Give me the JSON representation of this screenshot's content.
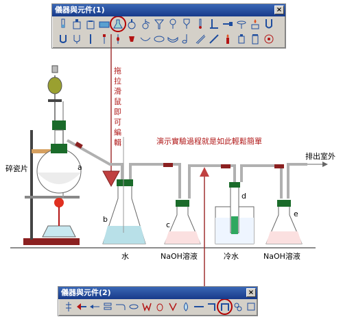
{
  "toolbar1": {
    "title": "儀器與元件(1)",
    "close": "×",
    "row1_icons": [
      "test-tube-icon",
      "reagent-bottle-icon",
      "gas-bottle-icon",
      "trough-icon",
      "conical-flask-icon",
      "round-flask-icon",
      "distilling-flask-icon",
      "funnel-icon",
      "separatory-funnel-icon",
      "dropping-funnel-icon",
      "thermometer-icon",
      "stand-icon",
      "clamp-icon",
      "ring-stand-icon",
      "alcohol-lamp-icon",
      "u-tube-icon"
    ],
    "row2_icons": [
      "u-tube-small-icon",
      "tube-connector-icon",
      "glass-rod-icon",
      "dropper-icon",
      "pipette-icon",
      "stopper-icon",
      "evaporating-dish-icon",
      "crucible-icon",
      "watch-glass-icon",
      "spoon-icon",
      "tongs-icon",
      "spatula-icon",
      "bunsen-icon",
      "balance-icon",
      "gas-jar-icon",
      "target-icon"
    ]
  },
  "toolbar2": {
    "title": "儀器與元件(2)",
    "close": "×",
    "icons": [
      "holder-icon",
      "arrow-left-icon",
      "arrow-thin-icon",
      "stack-icon",
      "bent-tube-icon",
      "ellipse-icon",
      "flame-w-icon",
      "drop-icon",
      "bulb-icon",
      "droplet-icon",
      "straight-tube-icon",
      "corner-tube-icon",
      "arch-tube-icon",
      "molecule-icon",
      "square-icon"
    ]
  },
  "annotations": {
    "vertical_note": "拖拉滑鼠即可編輯",
    "caption": "演示實驗過程就是如此輕鬆簡單",
    "chip_label": "碎瓷片",
    "outlet_label": "排出室外",
    "a": "a",
    "b": "b",
    "c": "c",
    "d": "d",
    "e": "e",
    "water": "水",
    "naoh1": "NaOH溶液",
    "cold_water": "冷水",
    "naoh2": "NaOH溶液"
  },
  "colors": {
    "accent_red": "#b01818",
    "arrow_red": "#a03030",
    "clamp": "#1a6b2a",
    "tube": "#b0b0b0",
    "base": "#8b2020"
  }
}
